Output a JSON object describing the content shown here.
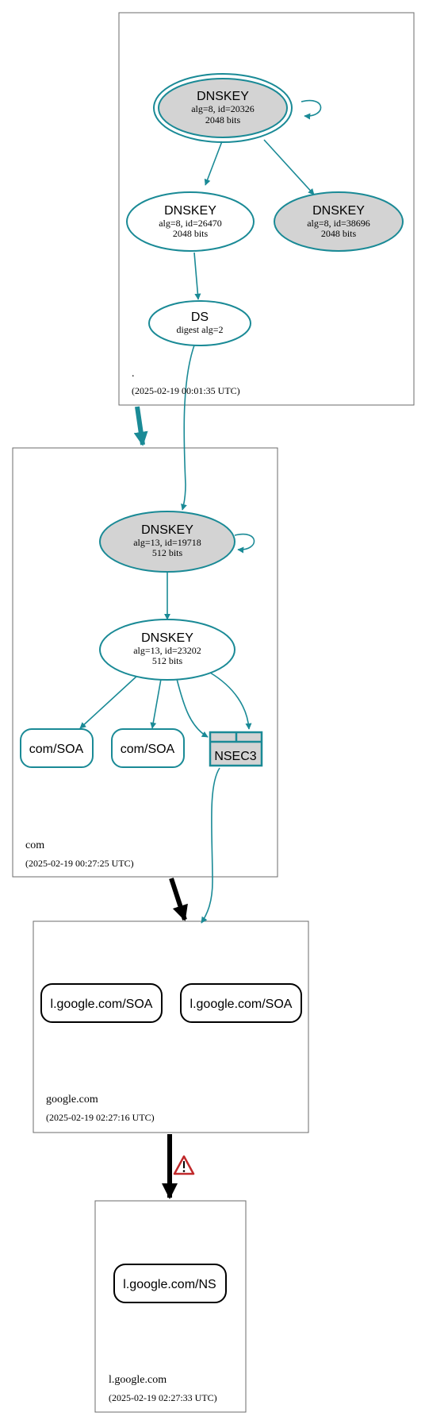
{
  "zones": {
    "root": {
      "name": ".",
      "timestamp": "(2025-02-19 00:01:35 UTC)"
    },
    "com": {
      "name": "com",
      "timestamp": "(2025-02-19 00:27:25 UTC)"
    },
    "google": {
      "name": "google.com",
      "timestamp": "(2025-02-19 02:27:16 UTC)"
    },
    "lgoogle": {
      "name": "l.google.com",
      "timestamp": "(2025-02-19 02:27:33 UTC)"
    }
  },
  "nodes": {
    "root_ksk": {
      "type": "DNSKEY",
      "line1": "alg=8, id=20326",
      "line2": "2048 bits"
    },
    "root_zsk1": {
      "type": "DNSKEY",
      "line1": "alg=8, id=26470",
      "line2": "2048 bits"
    },
    "root_zsk2": {
      "type": "DNSKEY",
      "line1": "alg=8, id=38696",
      "line2": "2048 bits"
    },
    "root_ds": {
      "type": "DS",
      "line1": "digest alg=2"
    },
    "com_ksk": {
      "type": "DNSKEY",
      "line1": "alg=13, id=19718",
      "line2": "512 bits"
    },
    "com_zsk": {
      "type": "DNSKEY",
      "line1": "alg=13, id=23202",
      "line2": "512 bits"
    },
    "com_soa1": {
      "label": "com/SOA"
    },
    "com_soa2": {
      "label": "com/SOA"
    },
    "com_nsec3": {
      "label": "NSEC3"
    },
    "google_soa1": {
      "label": "l.google.com/SOA"
    },
    "google_soa2": {
      "label": "l.google.com/SOA"
    },
    "lgoogle_ns": {
      "label": "l.google.com/NS"
    }
  },
  "colors": {
    "secure": "#1a8a96",
    "insecure": "#000000",
    "ksk_fill": "#d3d3d3",
    "warning": "#c0292b"
  },
  "icons": {
    "warning": "warning-triangle-icon"
  }
}
